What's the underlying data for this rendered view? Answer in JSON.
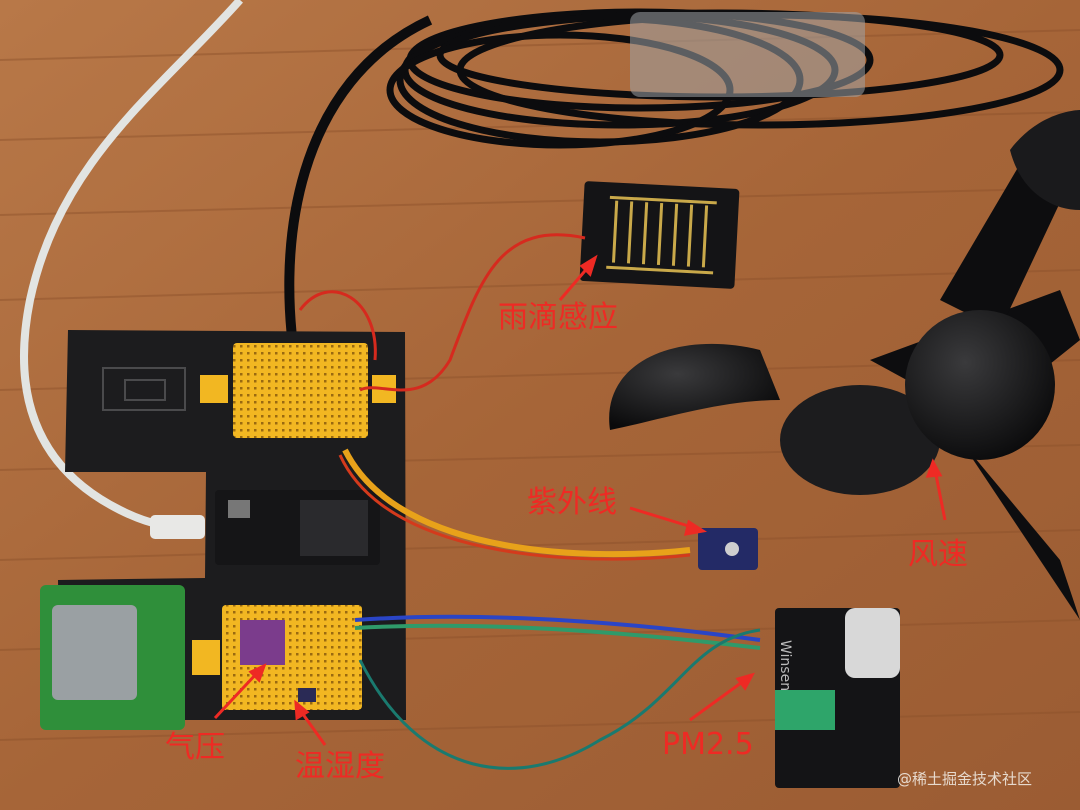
{
  "colors": {
    "wood": "#a8683e",
    "label": "#ee2a24",
    "pcb": "#1c1c1e",
    "breadboard": "#f2b722",
    "cable": "#0c0c0e",
    "usb_cable": "#e2e4e2",
    "watermark": "#f4f0ea"
  },
  "labels": {
    "rain": "雨滴感应",
    "uv": "紫外线",
    "wind": "风速",
    "pm": "PM2.5",
    "pressure": "气压",
    "humidity": "温湿度"
  },
  "watermark": "@稀土掘金技术社区",
  "sensor_text": {
    "pm_brand": "Winsen"
  }
}
